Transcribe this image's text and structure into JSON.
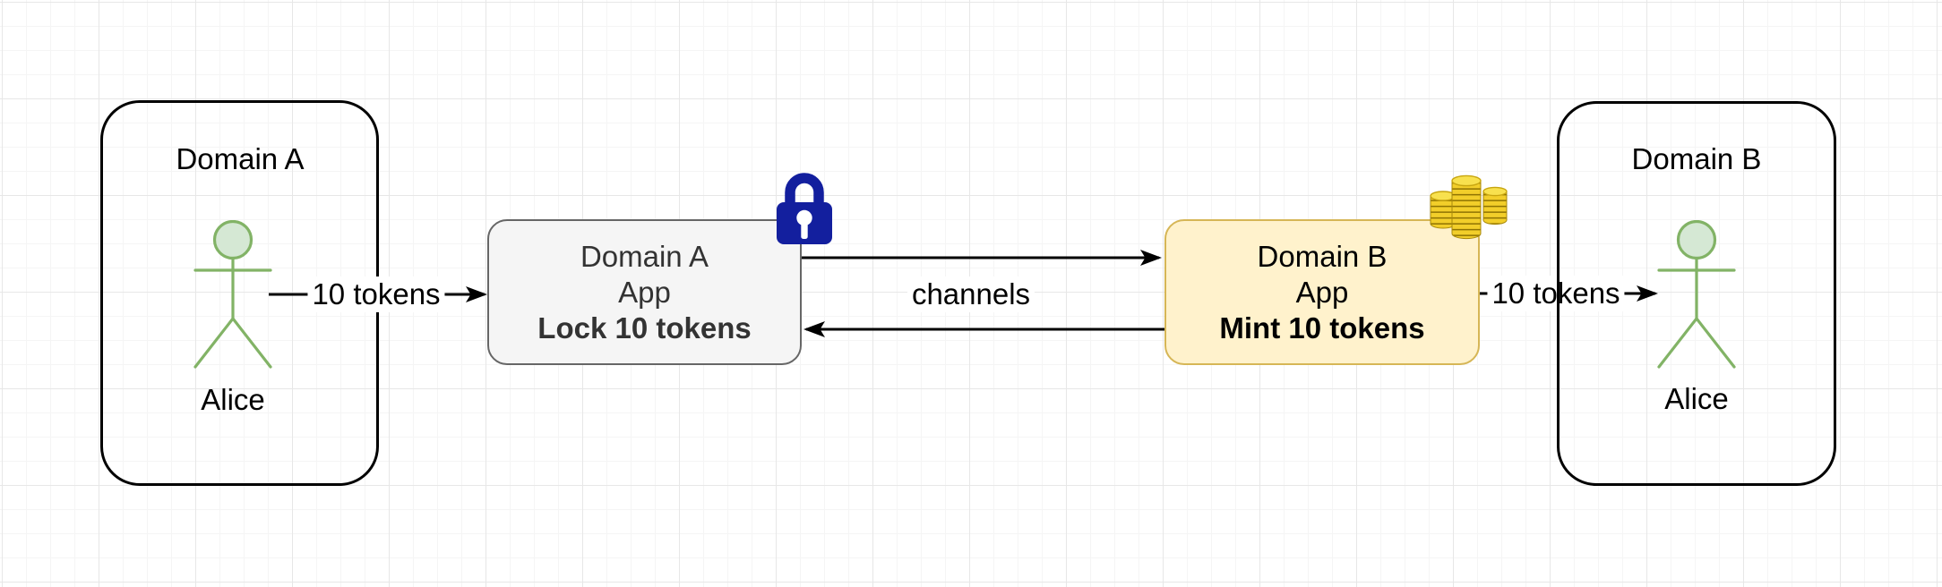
{
  "diagram": {
    "domain_a": {
      "title": "Domain A",
      "actor_label": "Alice"
    },
    "domain_b": {
      "title": "Domain B",
      "actor_label": "Alice"
    },
    "app_a": {
      "line1": "Domain A",
      "line2": "App",
      "line3": "Lock 10 tokens"
    },
    "app_b": {
      "line1": "Domain B",
      "line2": "App",
      "line3": "Mint 10 tokens"
    },
    "edges": {
      "alice_to_app_a": "10 tokens",
      "channels": "channels",
      "app_b_to_alice": "10 tokens"
    },
    "icons": {
      "lock": "padlock-locked",
      "coins": "gold-coin-stacks"
    },
    "colors": {
      "app_a_fill": "#f5f5f5",
      "app_a_border": "#666666",
      "app_b_fill": "#fff2cc",
      "app_b_border": "#d6b656",
      "actor_stroke": "#82b366",
      "actor_head_fill": "#d5e8d4",
      "lock_blue": "#131f9e",
      "coin_gold": "#f2ce2a",
      "line_black": "#000000"
    }
  }
}
